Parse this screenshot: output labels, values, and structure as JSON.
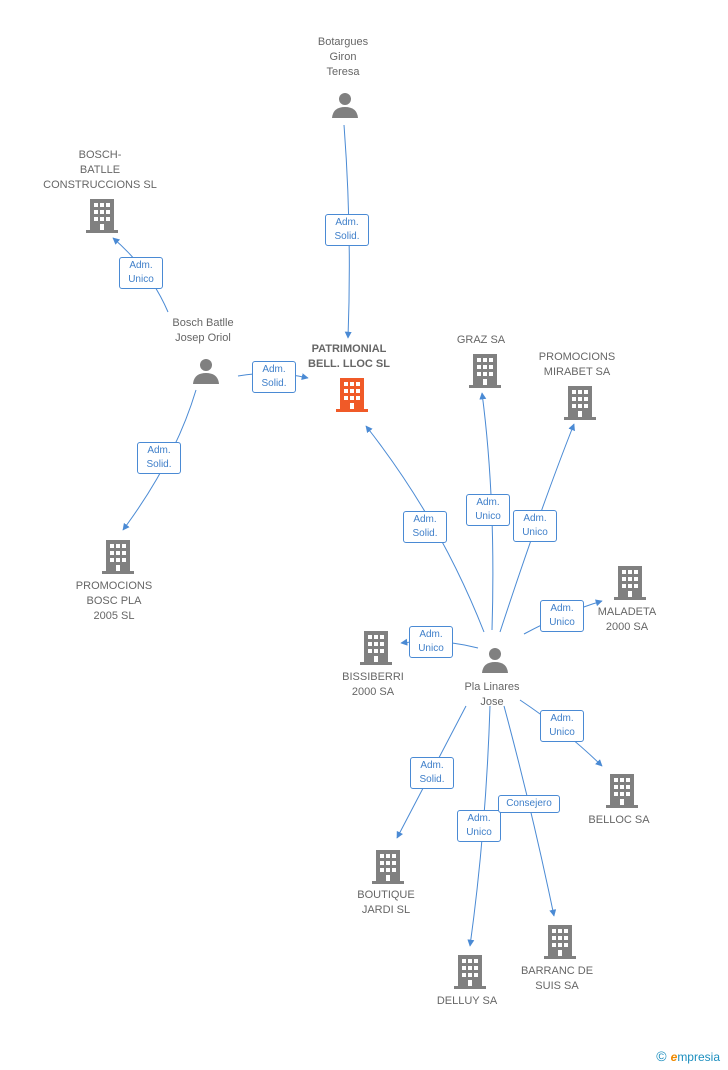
{
  "nodes": {
    "botargues": "Botargues\nGiron\nTeresa",
    "bosch_batlle_construccions": "BOSCH-\nBATLLE\nCONSTRUCCIONS SL",
    "bosch_batlle_josep": "Bosch Batlle\nJosep Oriol",
    "patrimonial": "PATRIMONIAL\nBELL. LLOC SL",
    "graz": "GRAZ SA",
    "mirabet": "PROMOCIONS\nMIRABET SA",
    "bosc_pla": "PROMOCIONS\nBOSC PLA\n2005 SL",
    "maladeta": "MALADETA\n2000 SA",
    "bissiberri": "BISSIBERRI\n2000 SA",
    "pla_linares": "Pla Linares\nJose",
    "belloc": "BELLOC SA",
    "boutique": "BOUTIQUE\nJARDI  SL",
    "delluy": "DELLUY SA",
    "barranc": "BARRANC DE\nSUIS SA"
  },
  "edges": {
    "botargues_patrimonial": "Adm.\nSolid.",
    "bosch_construccions": "Adm.\nUnico",
    "bosch_patrimonial": "Adm.\nSolid.",
    "bosch_boscpla": "Adm.\nSolid.",
    "pla_patrimonial": "Adm.\nSolid.",
    "pla_graz": "Adm.\nUnico",
    "pla_mirabet": "Adm.\nUnico",
    "pla_maladeta": "Adm.\nUnico",
    "pla_bissiberri": "Adm.\nUnico",
    "pla_belloc": "Adm.\nUnico",
    "pla_boutique": "Adm.\nSolid.",
    "pla_delluy": "Adm.\nUnico",
    "pla_barranc": "Consejero"
  },
  "footer": {
    "copyright": "©",
    "brand_e": "e",
    "brand_rest": "mpresia"
  },
  "colors": {
    "edge": "#4a8ad4",
    "icon": "#808080",
    "main_icon": "#f05a28"
  }
}
